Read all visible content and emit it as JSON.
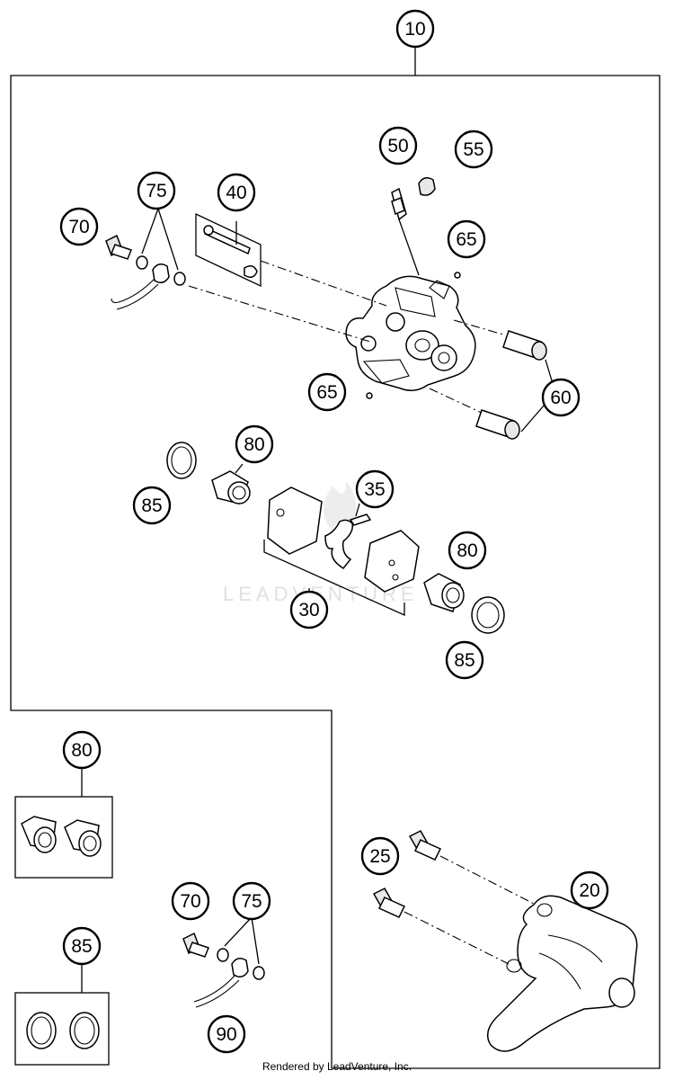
{
  "diagram": {
    "callouts": {
      "c10": "10",
      "c50": "50",
      "c55": "55",
      "c75a": "75",
      "c40": "40",
      "c70a": "70",
      "c65a": "65",
      "c65b": "65",
      "c60": "60",
      "c80a": "80",
      "c85a": "85",
      "c35": "35",
      "c30": "30",
      "c80b": "80",
      "c85b": "85",
      "c80c": "80",
      "c85c": "85",
      "c70b": "70",
      "c75b": "75",
      "c90": "90",
      "c25": "25",
      "c20": "20"
    },
    "watermark": "LEADVENTURE",
    "footer": "Rendered by LeadVenture, Inc."
  }
}
